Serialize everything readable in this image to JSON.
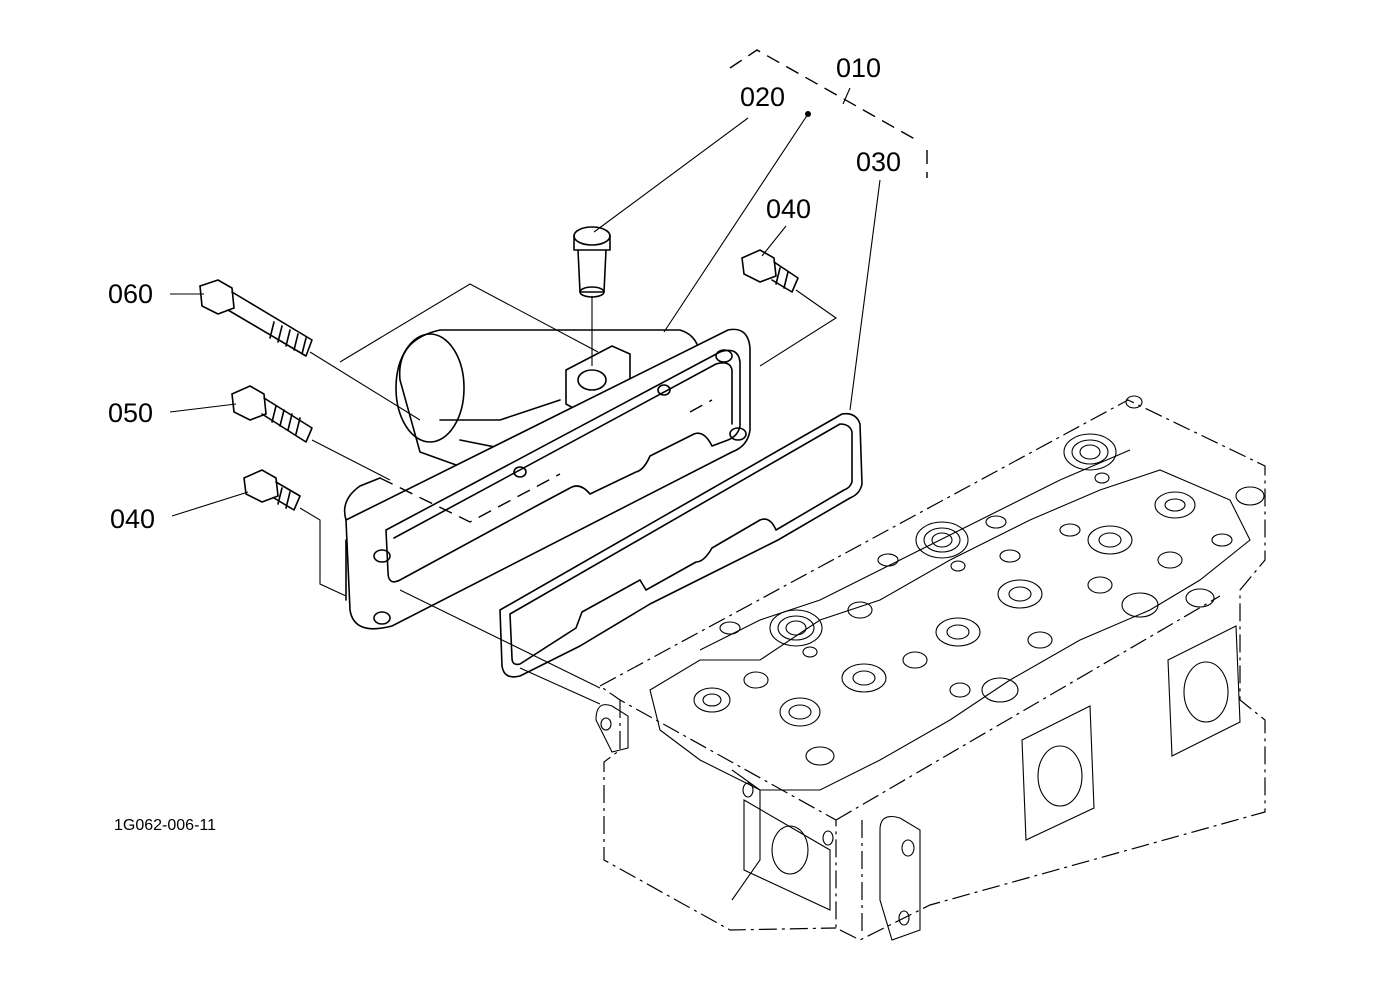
{
  "parts": {
    "p010": "010",
    "p020": "020",
    "p030": "030",
    "p040_top": "040",
    "p060": "060",
    "p050": "050",
    "p040_bottom": "040"
  },
  "figure_code": "1G062-006-11"
}
